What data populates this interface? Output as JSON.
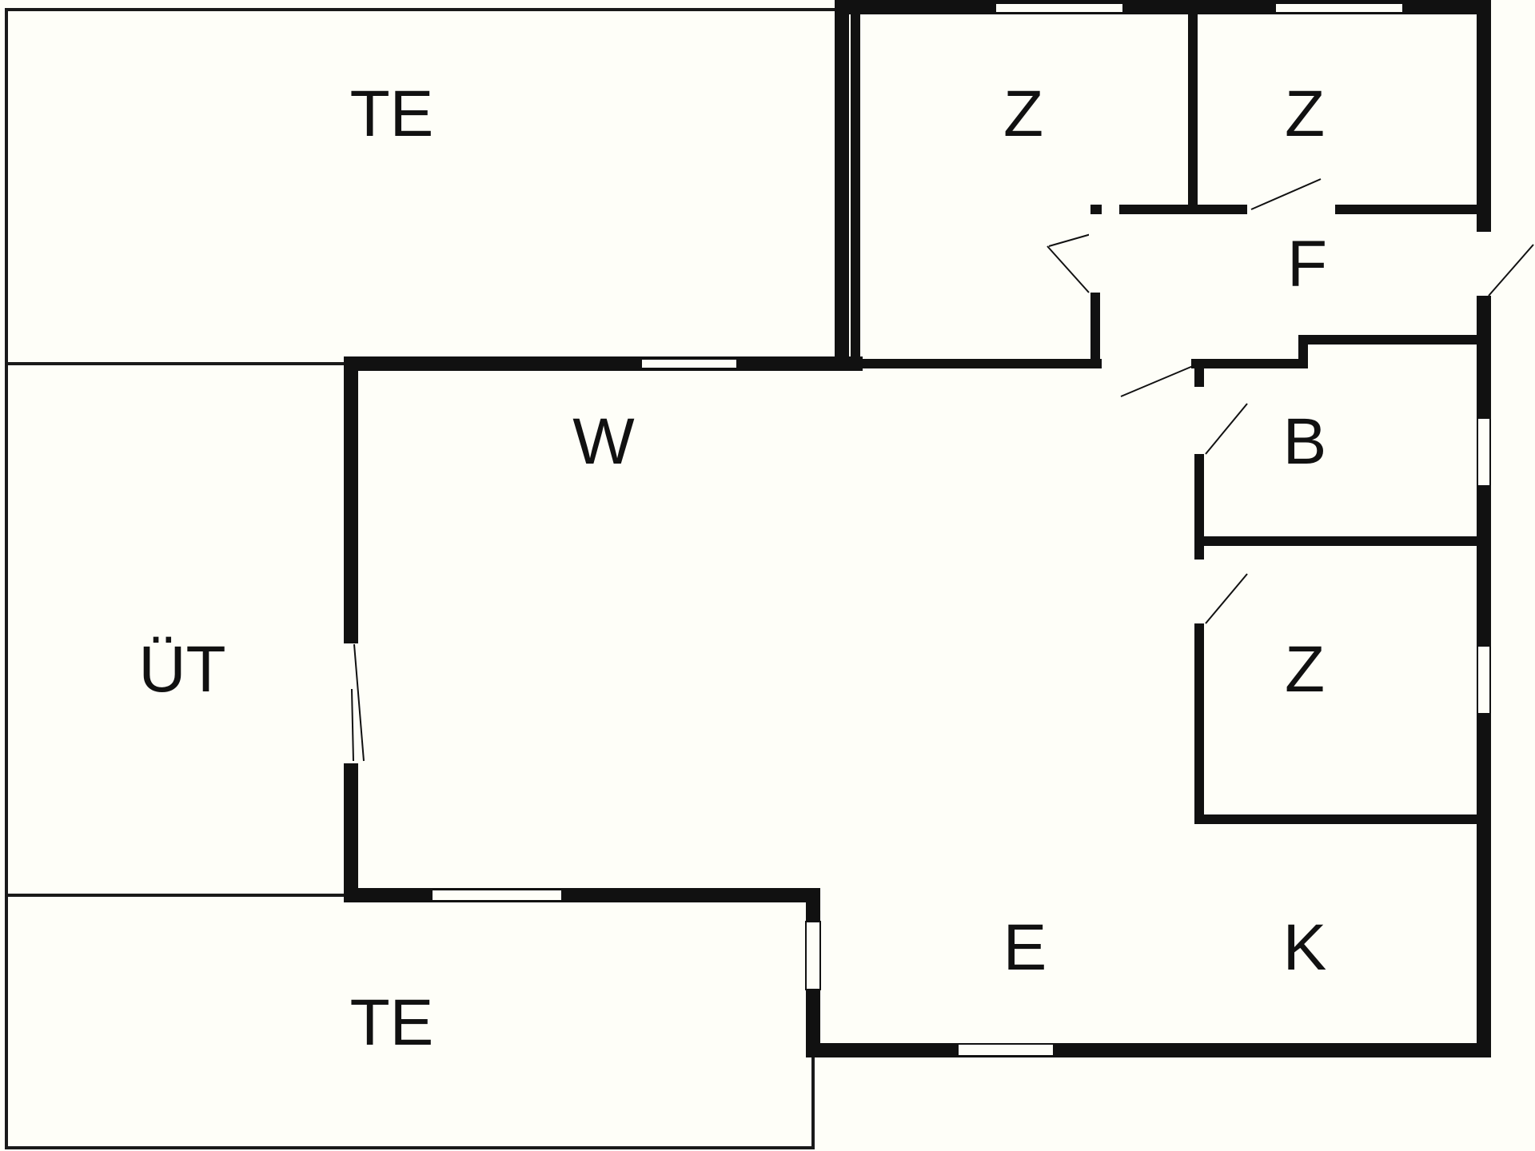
{
  "rooms": {
    "te_top": "TE",
    "z_top_left": "Z",
    "z_top_right": "Z",
    "f": "F",
    "w": "W",
    "b": "B",
    "ut": "ÜT",
    "z_right": "Z",
    "e": "E",
    "k": "K",
    "te_bottom": "TE"
  }
}
